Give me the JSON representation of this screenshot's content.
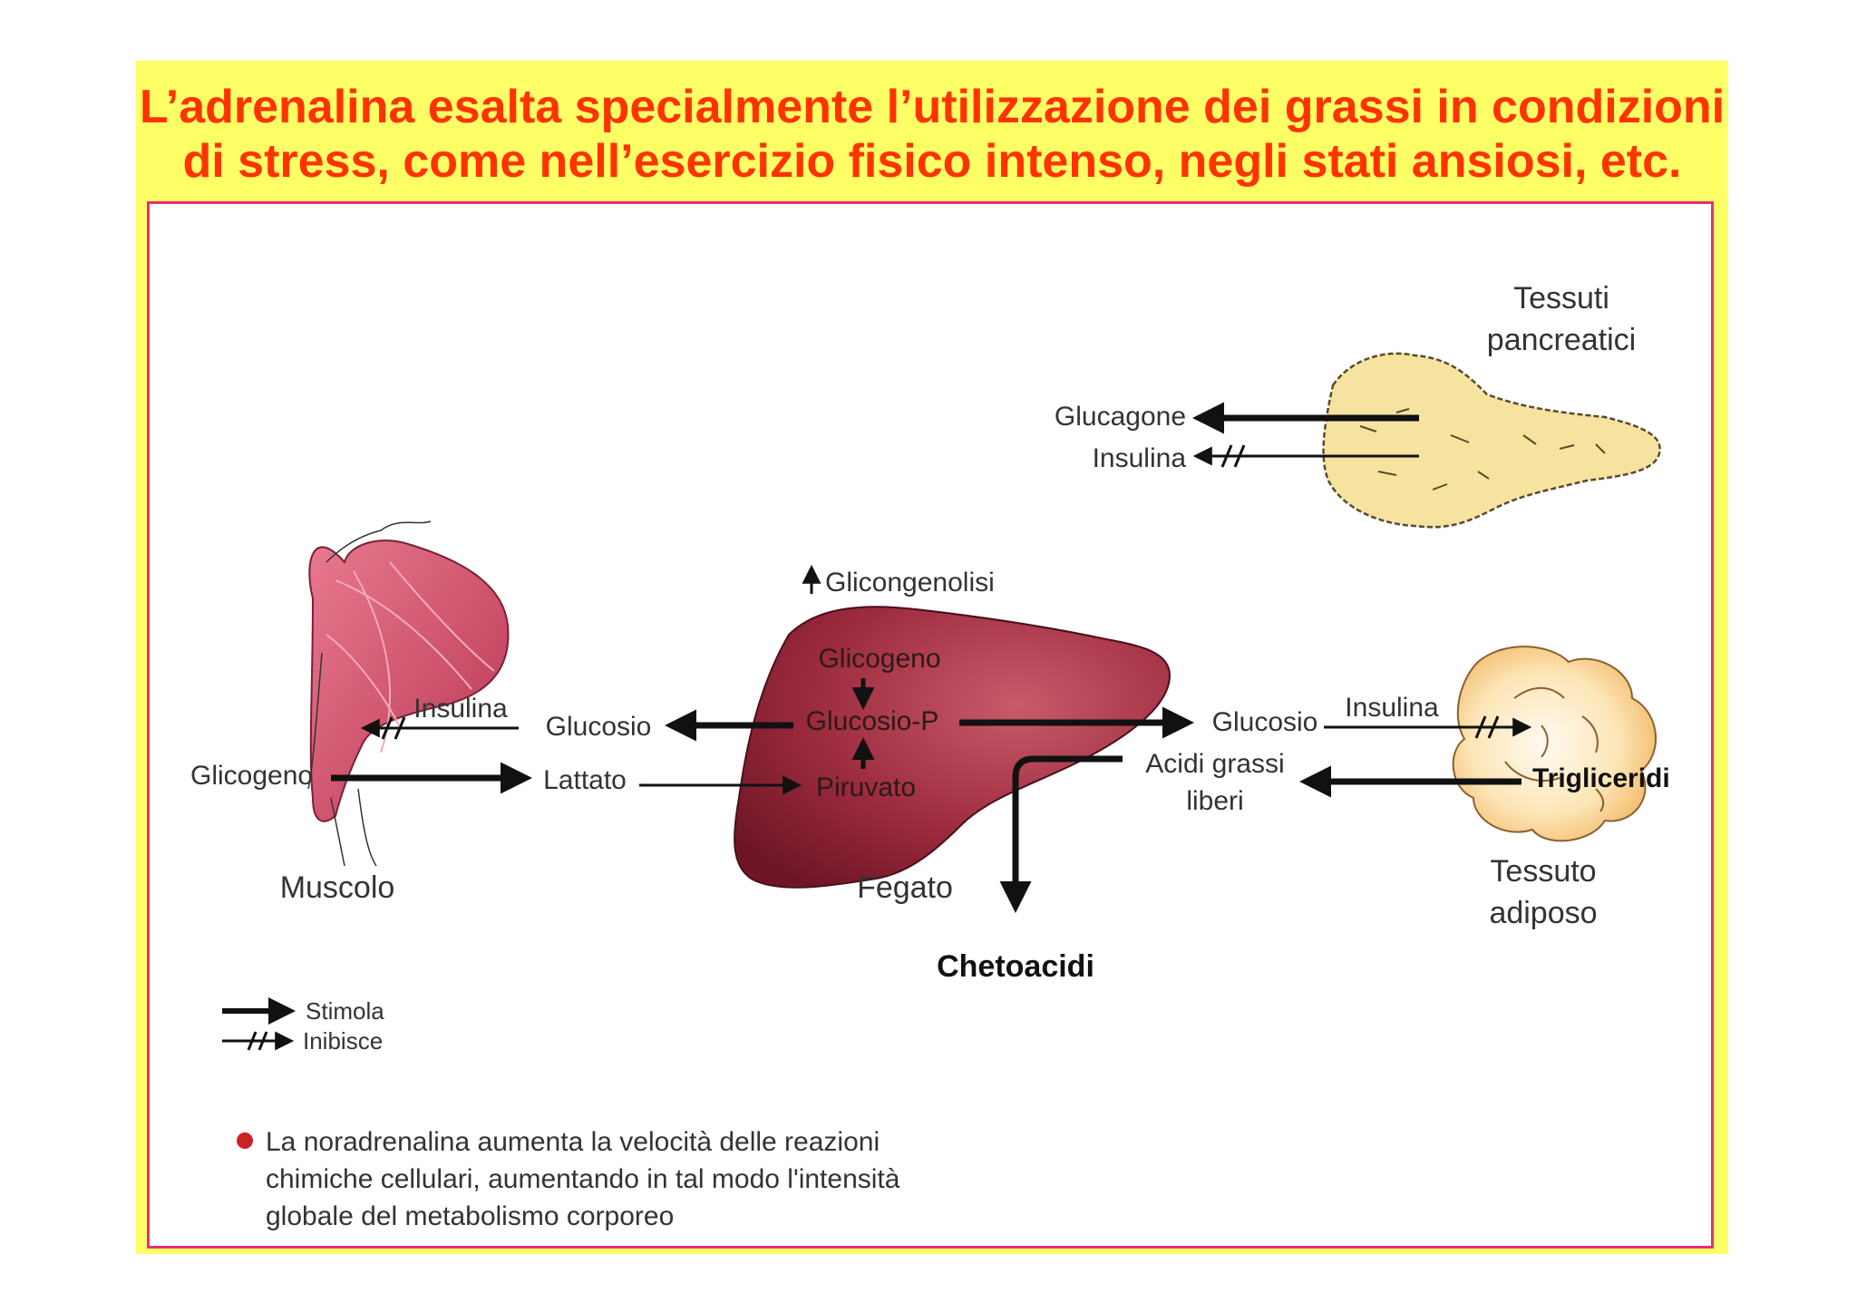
{
  "title": "L’adrenalina esalta specialmente l’utilizzazione dei grassi in condizioni di stress, come nell’esercizio fisico intenso, negli stati ansiosi, etc.",
  "organs": {
    "pancreas": {
      "line1": "Tessuti",
      "line2": "pancreatici"
    },
    "muscle": "Muscolo",
    "liver": "Fegato",
    "adipose": {
      "line1": "Tessuto",
      "line2": "adiposo"
    }
  },
  "labels": {
    "glucagone": "Glucagone",
    "insulina_pancreas": "Insulina",
    "glicogenolisi": "Glicongenolisi",
    "glicogeno_liver": "Glicogeno",
    "glucosio_p": "Glucosio-P",
    "piruvato": "Piruvato",
    "glucosio_left": "Glucosio",
    "lattato": "Lattato",
    "insulina_muscle": "Insulina",
    "glicogeno_muscle": "Glicogeno",
    "glucosio_right": "Glucosio",
    "insulina_adipose": "Insulina",
    "acidi_grassi_1": "Acidi grassi",
    "acidi_grassi_2": "liberi",
    "trigliceridi": "Trigliceridi",
    "chetoacidi": "Chetoacidi"
  },
  "legend": {
    "stimola": "Stimola",
    "inibisce": "Inibisce"
  },
  "note": {
    "line1": "La noradrenalina aumenta la velocità delle reazioni",
    "line2": "chimiche cellulari, aumentando in tal modo l'intensità",
    "line3": "globale del metabolismo corporeo"
  },
  "colors": {
    "title": "#ff3300",
    "slide_background": "#ffff66",
    "panel_border": "#e0307a",
    "liver": "#9b2a3d",
    "muscle": "#d64d6a",
    "pancreas": "#f6e3a0",
    "adipose": "#f7d08f",
    "bullet": "#cc2222"
  }
}
